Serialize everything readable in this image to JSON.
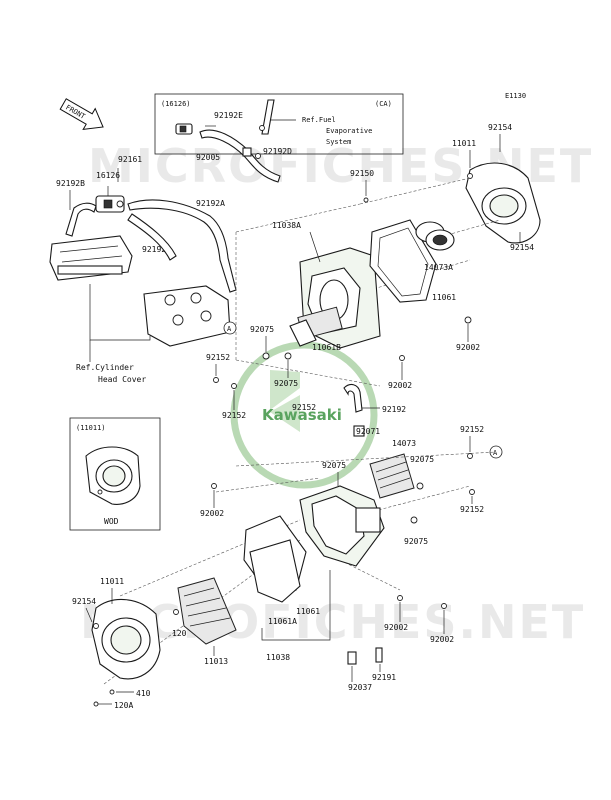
{
  "diagram_code": "E1130",
  "front_label": "FRONT",
  "watermark": "MICROFICHES.NET",
  "logo_text": "Kawasaki",
  "variant_box": {
    "code": "(11011)",
    "label": "WOD"
  },
  "ca_box": {
    "code": "(16126)",
    "ca": "(CA)",
    "ref1": "Ref.Fuel",
    "ref2": "Evaporative",
    "ref3": "System"
  },
  "cyl_ref": {
    "line1": "Ref.Cylinder",
    "line2": "Head Cover"
  },
  "refs": {
    "a": "A"
  },
  "labels": {
    "p92192E": "92192E",
    "p92005": "92005",
    "p92192D": "92192D",
    "p92161": "92161",
    "p16126": "16126",
    "p92192B": "92192B",
    "p92192A": "92192A",
    "p92192C": "92192C",
    "p11011_top": "11011",
    "p92154_top": "92154",
    "p92154_top2": "92154",
    "p92150": "92150",
    "p11038A": "11038A",
    "p14073A": "14073A",
    "p11061_top": "11061",
    "p92075_a": "92075",
    "p11061B": "11061B",
    "p92002_r": "92002",
    "p92152_l": "92152",
    "p92075_b": "92075",
    "p92002_m": "92002",
    "p92152_b": "92152",
    "p92152_c": "92152",
    "p92192": "92192",
    "p92071": "92071",
    "p92152_r": "92152",
    "p14073": "14073",
    "p92075_c": "92075",
    "p92075_d": "92075",
    "p92002_l": "92002",
    "p92152_r2": "92152",
    "p92075_e": "92075",
    "p11011_bot": "11011",
    "p92154_bot": "92154",
    "p120": "120",
    "p11013": "11013",
    "p11038": "11038",
    "p11061_bot": "11061",
    "p11061A": "11061A",
    "p92002_b1": "92002",
    "p92002_b2": "92002",
    "p410": "410",
    "p120A": "120A",
    "p92037": "92037",
    "p92191": "92191"
  }
}
